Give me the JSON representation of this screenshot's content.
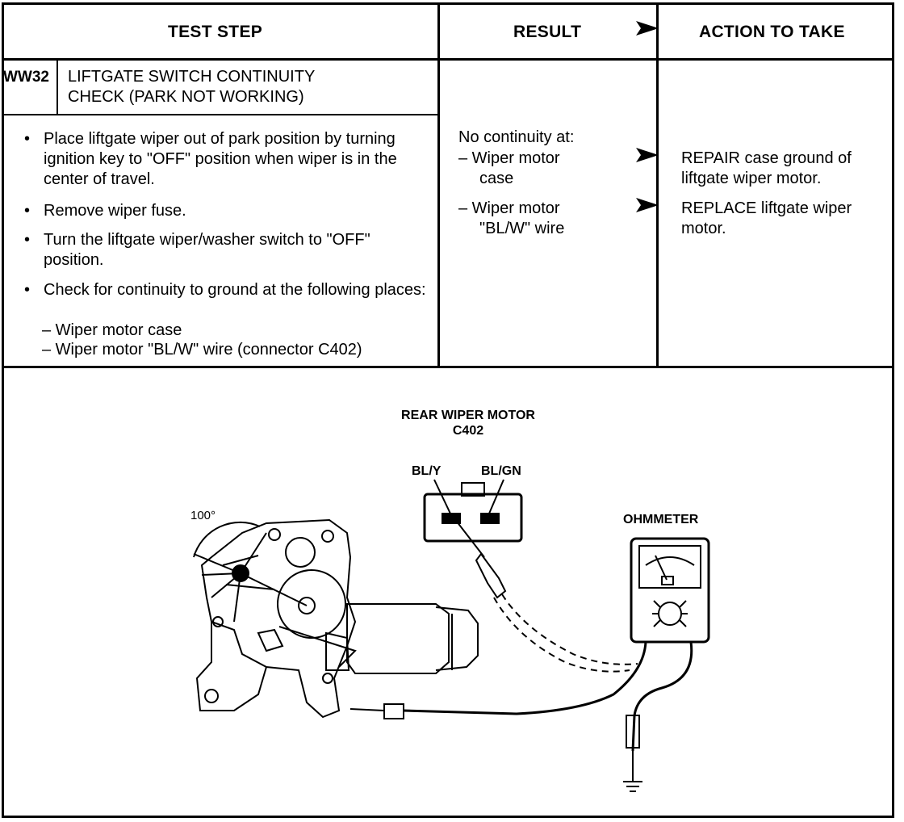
{
  "header": {
    "test_step": "TEST STEP",
    "result": "RESULT",
    "action": "ACTION TO TAKE"
  },
  "step": {
    "code": "WW32",
    "title_line1": "LIFTGATE SWITCH CONTINUITY",
    "title_line2": "CHECK (PARK NOT WORKING)"
  },
  "instructions": [
    "Place liftgate wiper out of park position by turning ignition key to \"OFF\" position when wiper is in the center of travel.",
    "Remove wiper fuse.",
    "Turn the liftgate wiper/washer switch to \"OFF\" position.",
    "Check for continuity to ground at the following places:"
  ],
  "instruction_subitems": [
    "– Wiper motor case",
    "– Wiper motor \"BL/W\" wire (connector C402)"
  ],
  "result": {
    "heading": "No continuity at:",
    "item1_line1": "– Wiper motor",
    "item1_line2": "case",
    "item2_line1": "– Wiper motor",
    "item2_line2": "\"BL/W\" wire"
  },
  "actions": [
    "REPAIR case ground of liftgate wiper motor.",
    "REPLACE liftgate wiper motor."
  ],
  "diagram": {
    "connector_title": "REAR WIPER MOTOR",
    "connector_id": "C402",
    "pin_left": "BL/Y",
    "pin_right": "BL/GN",
    "angle": "100°",
    "meter_label": "OHMMETER"
  }
}
